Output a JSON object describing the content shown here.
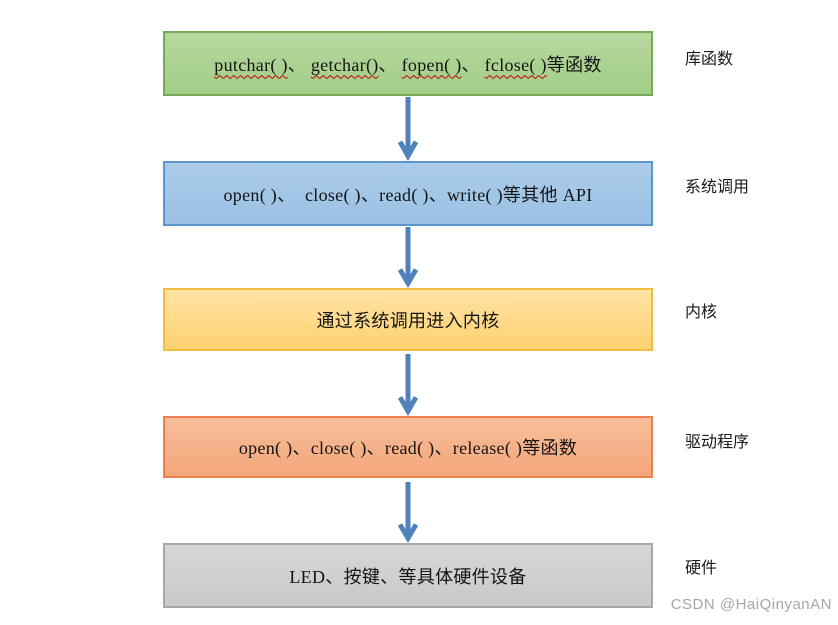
{
  "diagram": {
    "boxes": [
      {
        "name": "library-functions",
        "segments": [
          {
            "text": "putchar( )",
            "misspelled": true
          },
          {
            "text": "、 ",
            "misspelled": false
          },
          {
            "text": "getchar()",
            "misspelled": true
          },
          {
            "text": "、 ",
            "misspelled": false
          },
          {
            "text": "fopen( )",
            "misspelled": true
          },
          {
            "text": "、 ",
            "misspelled": false
          },
          {
            "text": "fclose( )",
            "misspelled": true
          },
          {
            "text": "等函数",
            "misspelled": false
          }
        ],
        "side_label": "库函数",
        "fill_top": "#b5d8a0",
        "fill_bottom": "#a3cd86",
        "border": "#76ac55"
      },
      {
        "name": "system-calls",
        "segments": [
          {
            "text": "open( )、  close( )、read( )、write( )等其他 API",
            "misspelled": false
          }
        ],
        "side_label": "系统调用",
        "fill_top": "#accce9",
        "fill_bottom": "#9ac1e4",
        "border": "#5d95cd"
      },
      {
        "name": "kernel-entry",
        "segments": [
          {
            "text": "通过系统调用进入内核",
            "misspelled": false
          }
        ],
        "side_label": "内核",
        "fill_top": "#ffe3a6",
        "fill_bottom": "#ffd171",
        "border": "#f2bd41"
      },
      {
        "name": "driver-functions",
        "segments": [
          {
            "text": "open( )、close( )、read( )、release( )等函数",
            "misspelled": false
          }
        ],
        "side_label": "驱动程序",
        "fill_top": "#f8bd9b",
        "fill_bottom": "#f3a779",
        "border": "#eb8150"
      },
      {
        "name": "hardware-devices",
        "segments": [
          {
            "text": "LED、按键、等具体硬件设备",
            "misspelled": false
          }
        ],
        "side_label": "硬件",
        "fill_top": "#d7d7d7",
        "fill_bottom": "#c9c9c9",
        "border": "#a8a8a8"
      }
    ],
    "arrow_color": "#4f81bb",
    "misspell_underline_color": "#c00000"
  },
  "watermark": {
    "text": "CSDN @HaiQinyanAN",
    "color": "#a6a6a6"
  }
}
